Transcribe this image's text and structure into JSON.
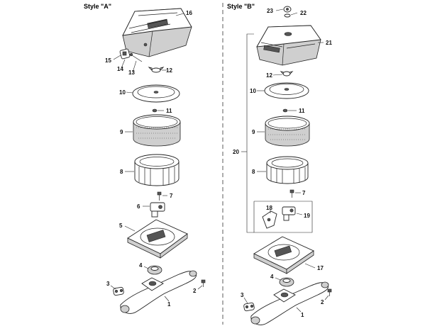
{
  "styles": {
    "a": {
      "title": "Style \"A\""
    },
    "b": {
      "title": "Style \"B\""
    }
  },
  "callouts_a": {
    "c16": "16",
    "c15": "15",
    "c14": "14",
    "c13": "13",
    "c12": "12",
    "c10": "10",
    "c11": "11",
    "c9": "9",
    "c8": "8",
    "c7": "7",
    "c6": "6",
    "c5": "5",
    "c4": "4",
    "c3": "3",
    "c2": "2",
    "c1": "1"
  },
  "callouts_b": {
    "c23": "23",
    "c22": "22",
    "c21": "21",
    "c12": "12",
    "c10": "10",
    "c11": "11",
    "c9": "9",
    "c20": "20",
    "c8": "8",
    "c7": "7",
    "c18": "18",
    "c19": "19",
    "c17": "17",
    "c4": "4",
    "c3": "3",
    "c2": "2",
    "c1": "1"
  }
}
